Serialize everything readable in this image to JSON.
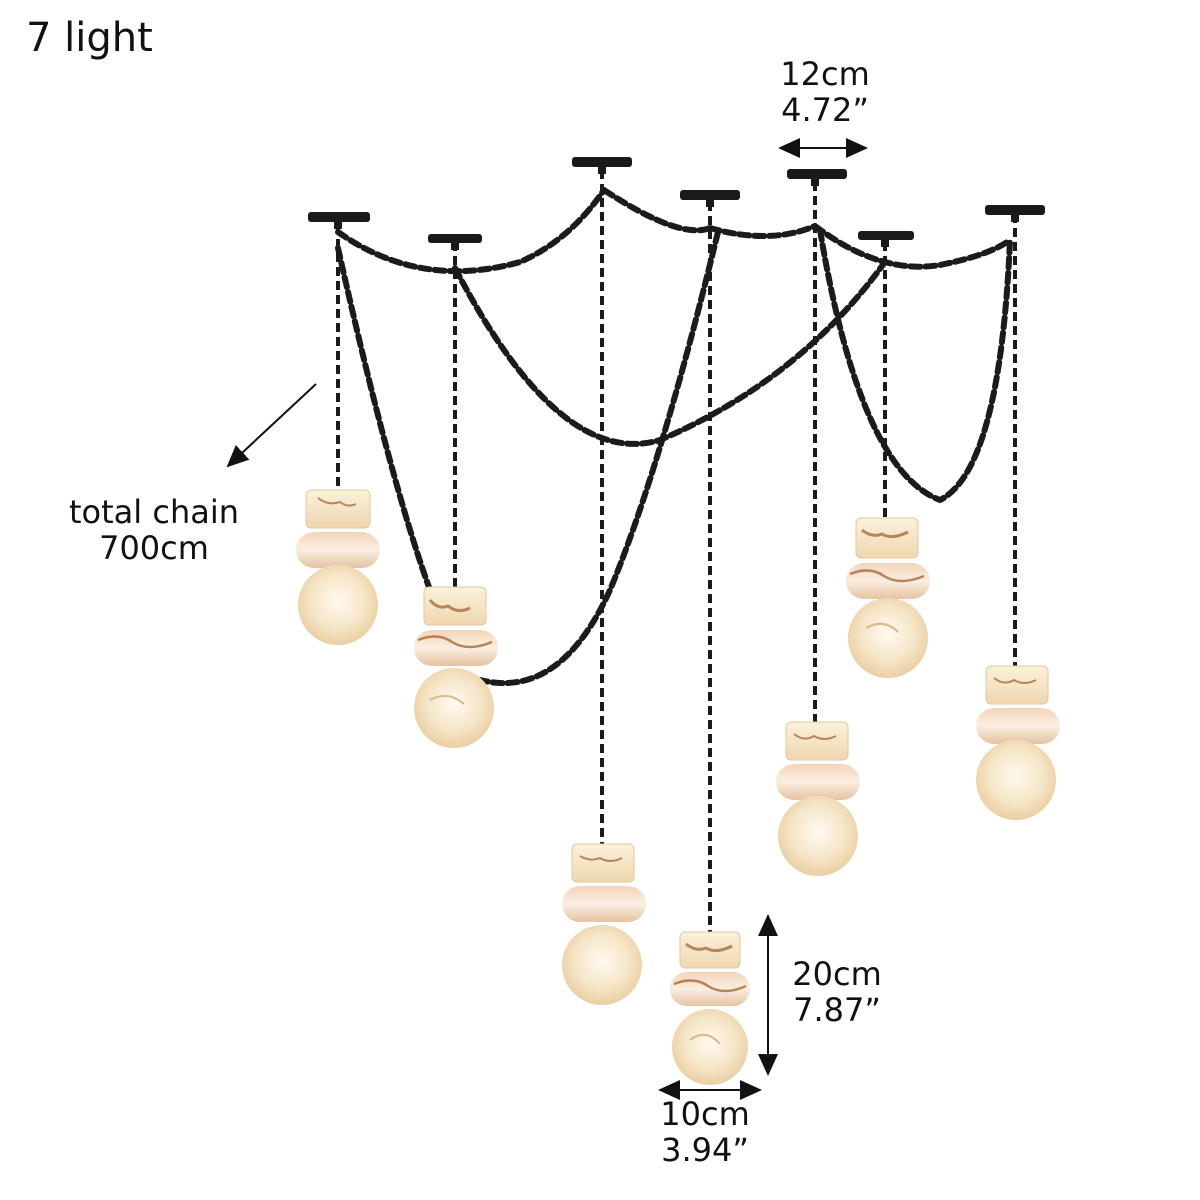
{
  "title": "7 light",
  "dimensions": {
    "canopy_spacing": {
      "cm": "12cm",
      "inch": "4.72”"
    },
    "shade_height": {
      "cm": "20cm",
      "inch": "7.87”"
    },
    "shade_width": {
      "cm": "10cm",
      "inch": "3.94”"
    }
  },
  "chain_note": {
    "line1": "total chain",
    "line2": "700cm"
  },
  "colors": {
    "chain": "#1b1b1b",
    "canopy": "#1a1a1a",
    "alabaster_light": "#fbf1dc",
    "alabaster_mid": "#f0d9b3",
    "alabaster_vein": "#b8845a",
    "glow": "#fff6e2"
  },
  "lamp_count": 7
}
